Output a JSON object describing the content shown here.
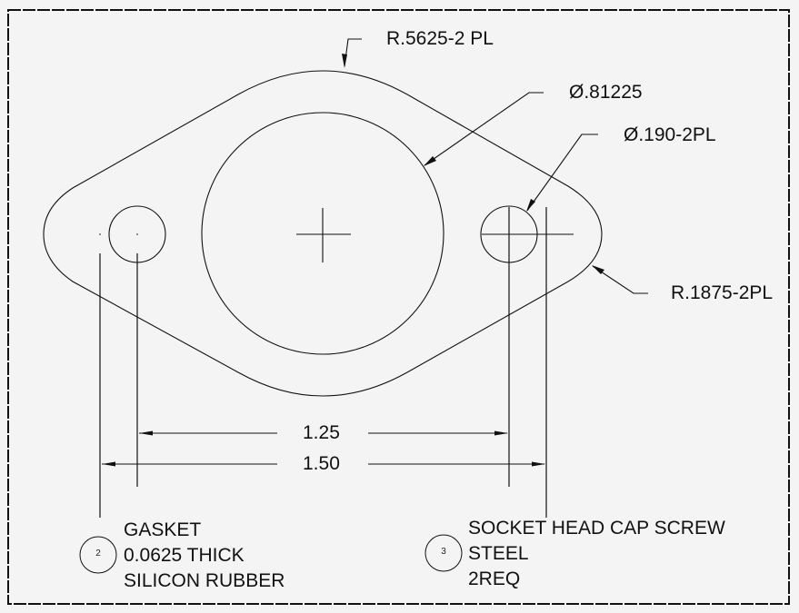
{
  "drawing": {
    "annotations": {
      "outer_radius": "R.5625-2 PL",
      "bore_diameter": "Ø.81225",
      "hole_diameter": "Ø.190-2PL",
      "lobe_radius": "R.1875-2PL"
    },
    "dimensions": {
      "inner_spacing": "1.25",
      "outer_spacing": "1.50"
    },
    "parts": [
      {
        "balloon": "2",
        "lines": [
          "GASKET",
          "0.0625 THICK",
          "SILICON RUBBER"
        ]
      },
      {
        "balloon": "3",
        "lines": [
          "SOCKET HEAD CAP SCREW",
          "STEEL",
          "2REQ"
        ]
      }
    ],
    "colors": {
      "background": "#f4f4f4",
      "line": "#111111"
    }
  }
}
